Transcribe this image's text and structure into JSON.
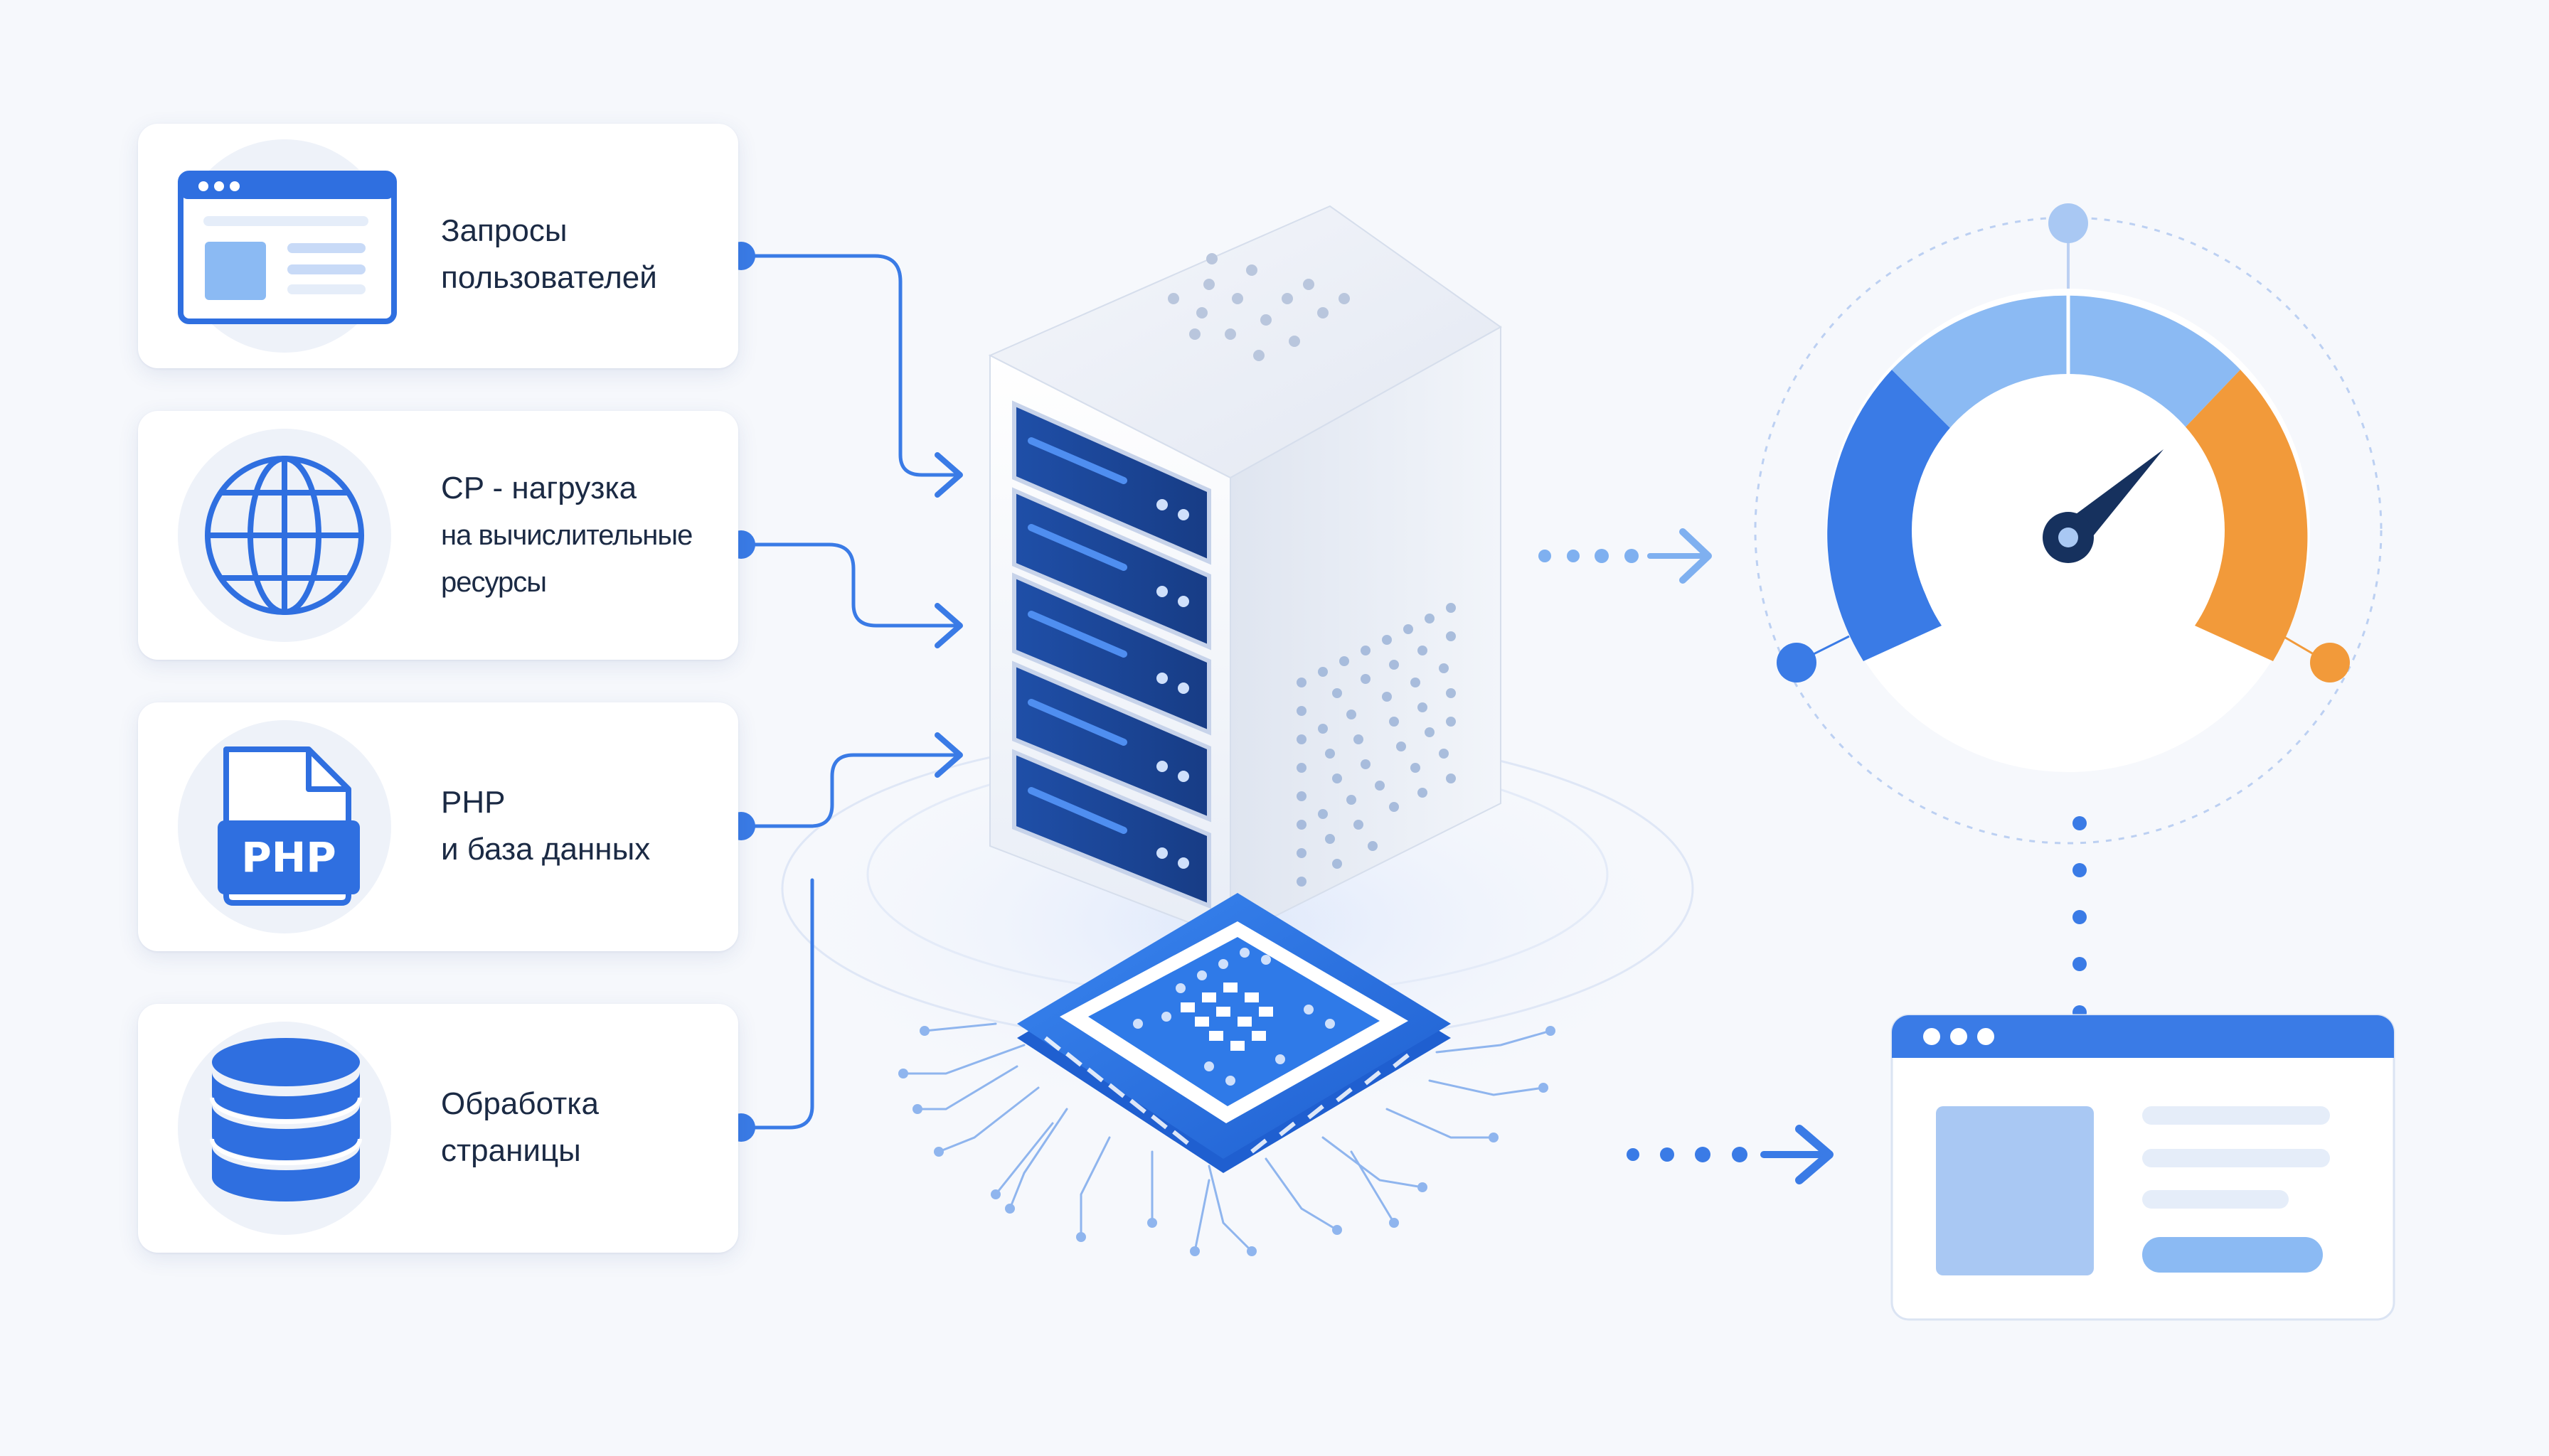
{
  "cards": [
    {
      "icon": "browser-window-icon",
      "lines": [
        "Запросы",
        "пользователей"
      ]
    },
    {
      "icon": "globe-icon",
      "lines": [
        "CP - нагрузка",
        "на вычислительные",
        "ресурсы"
      ]
    },
    {
      "icon": "php-file-icon",
      "badge": "PHP",
      "lines": [
        "PHP",
        "и база данных"
      ]
    },
    {
      "icon": "database-icon",
      "lines": [
        "Обработка",
        "страницы"
      ]
    }
  ],
  "colors": {
    "primary": "#2f6fe0",
    "primary_light": "#7fb0f0",
    "accent_orange": "#f29a3a",
    "dark_navy": "#16315e"
  },
  "gauge": {
    "level_note": "needle pointing to upper right"
  }
}
